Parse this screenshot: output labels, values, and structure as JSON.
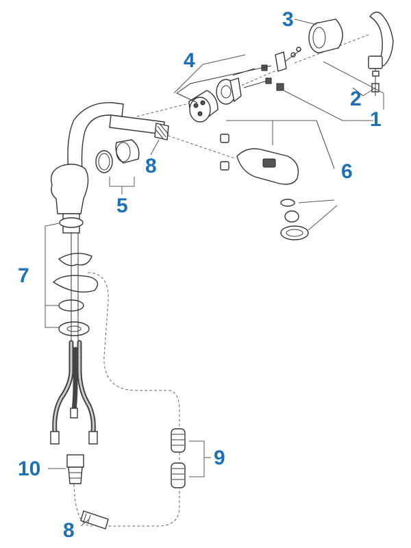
{
  "diagram": {
    "accent_color": "#1d6fb8",
    "line_color": "#333333",
    "callouts": [
      {
        "id": "1",
        "text": "1"
      },
      {
        "id": "2",
        "text": "2"
      },
      {
        "id": "3",
        "text": "3"
      },
      {
        "id": "4",
        "text": "4"
      },
      {
        "id": "5",
        "text": "5"
      },
      {
        "id": "6",
        "text": "6"
      },
      {
        "id": "7",
        "text": "7"
      },
      {
        "id": "8a",
        "text": "8"
      },
      {
        "id": "8b",
        "text": "8"
      },
      {
        "id": "9",
        "text": "9"
      },
      {
        "id": "10",
        "text": "10"
      }
    ],
    "icons": [
      "handle-lever-icon",
      "handle-cap-icon",
      "cartridge-icon",
      "spray-head-icon",
      "faucet-body-icon",
      "supply-hose-icon",
      "filter-screen-icon"
    ]
  }
}
